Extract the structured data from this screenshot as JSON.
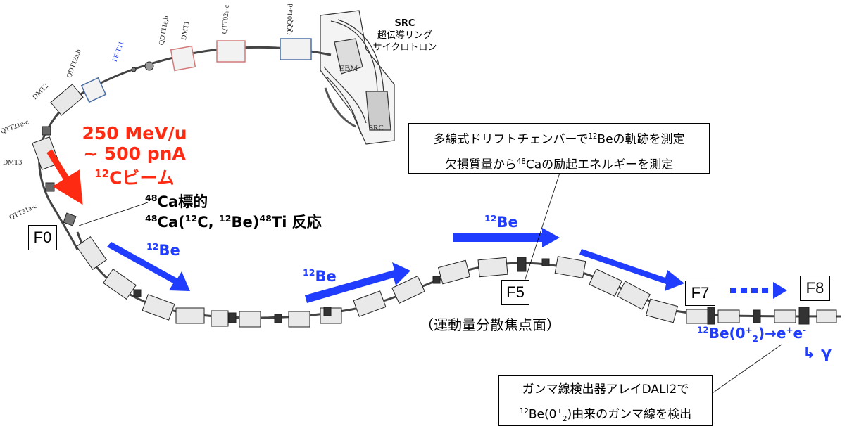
{
  "src_label": {
    "title": "SRC",
    "line1": "超伝導リング",
    "line2": "サイクロトロン"
  },
  "beam": {
    "line1": "250 MeV/u",
    "line2": "~ 500 pnA",
    "line3_mass": "12",
    "line3_text": "Cビーム"
  },
  "target": {
    "mass": "48",
    "text": "Ca標的"
  },
  "reaction": {
    "m1": "48",
    "p1": "Ca(",
    "m2": "12",
    "p2": "C, ",
    "m3": "12",
    "p3": "Be)",
    "m4": "48",
    "p4": "Ti 反応"
  },
  "stations": {
    "f0": "F0",
    "f5": "F5",
    "f7": "F7",
    "f8": "F8"
  },
  "be12_label": {
    "mass": "12",
    "text": "Be"
  },
  "f5_note": "（運動量分散焦点面）",
  "drift_box": {
    "line1_a": "多線式ドリフトチェンバーで",
    "line1_mass": "12",
    "line1_b": "Beの軌跡を測定",
    "line2_a": "欠損質量から",
    "line2_mass": "48",
    "line2_b": "Caの励起エネルギーを測定"
  },
  "decay": {
    "mass": "12",
    "a": "Be(0",
    "sup": "+",
    "sub": "2",
    "b": ")→e",
    "ep": "+",
    "c": "e",
    "em": "-",
    "gamma_arrow": "↳",
    "gamma": "γ"
  },
  "dali_box": {
    "line1": "ガンマ線検出器アレイDALI2で",
    "line2_mass": "12",
    "line2_a": "Be(0",
    "line2_sup": "+",
    "line2_sub": "2",
    "line2_b": ")由来のガンマ線を検出"
  },
  "magnets": {
    "qdt12": "QDT12a,b",
    "pf": "PF-T11",
    "qdt11": "QDT11a,b",
    "dmt1": "DMT1",
    "qtt02": "QTT02a-c",
    "qqq01": "QQQ01a-d",
    "dmt2": "DMT2",
    "qtt21": "QTT21a-c",
    "dmt3": "DMT3",
    "qtt31": "QTT31a-c",
    "ebm": "EBM",
    "src_small": "SRC"
  },
  "colors": {
    "red_arrow": "#ff2a12",
    "blue_arrow": "#1f3cff"
  }
}
